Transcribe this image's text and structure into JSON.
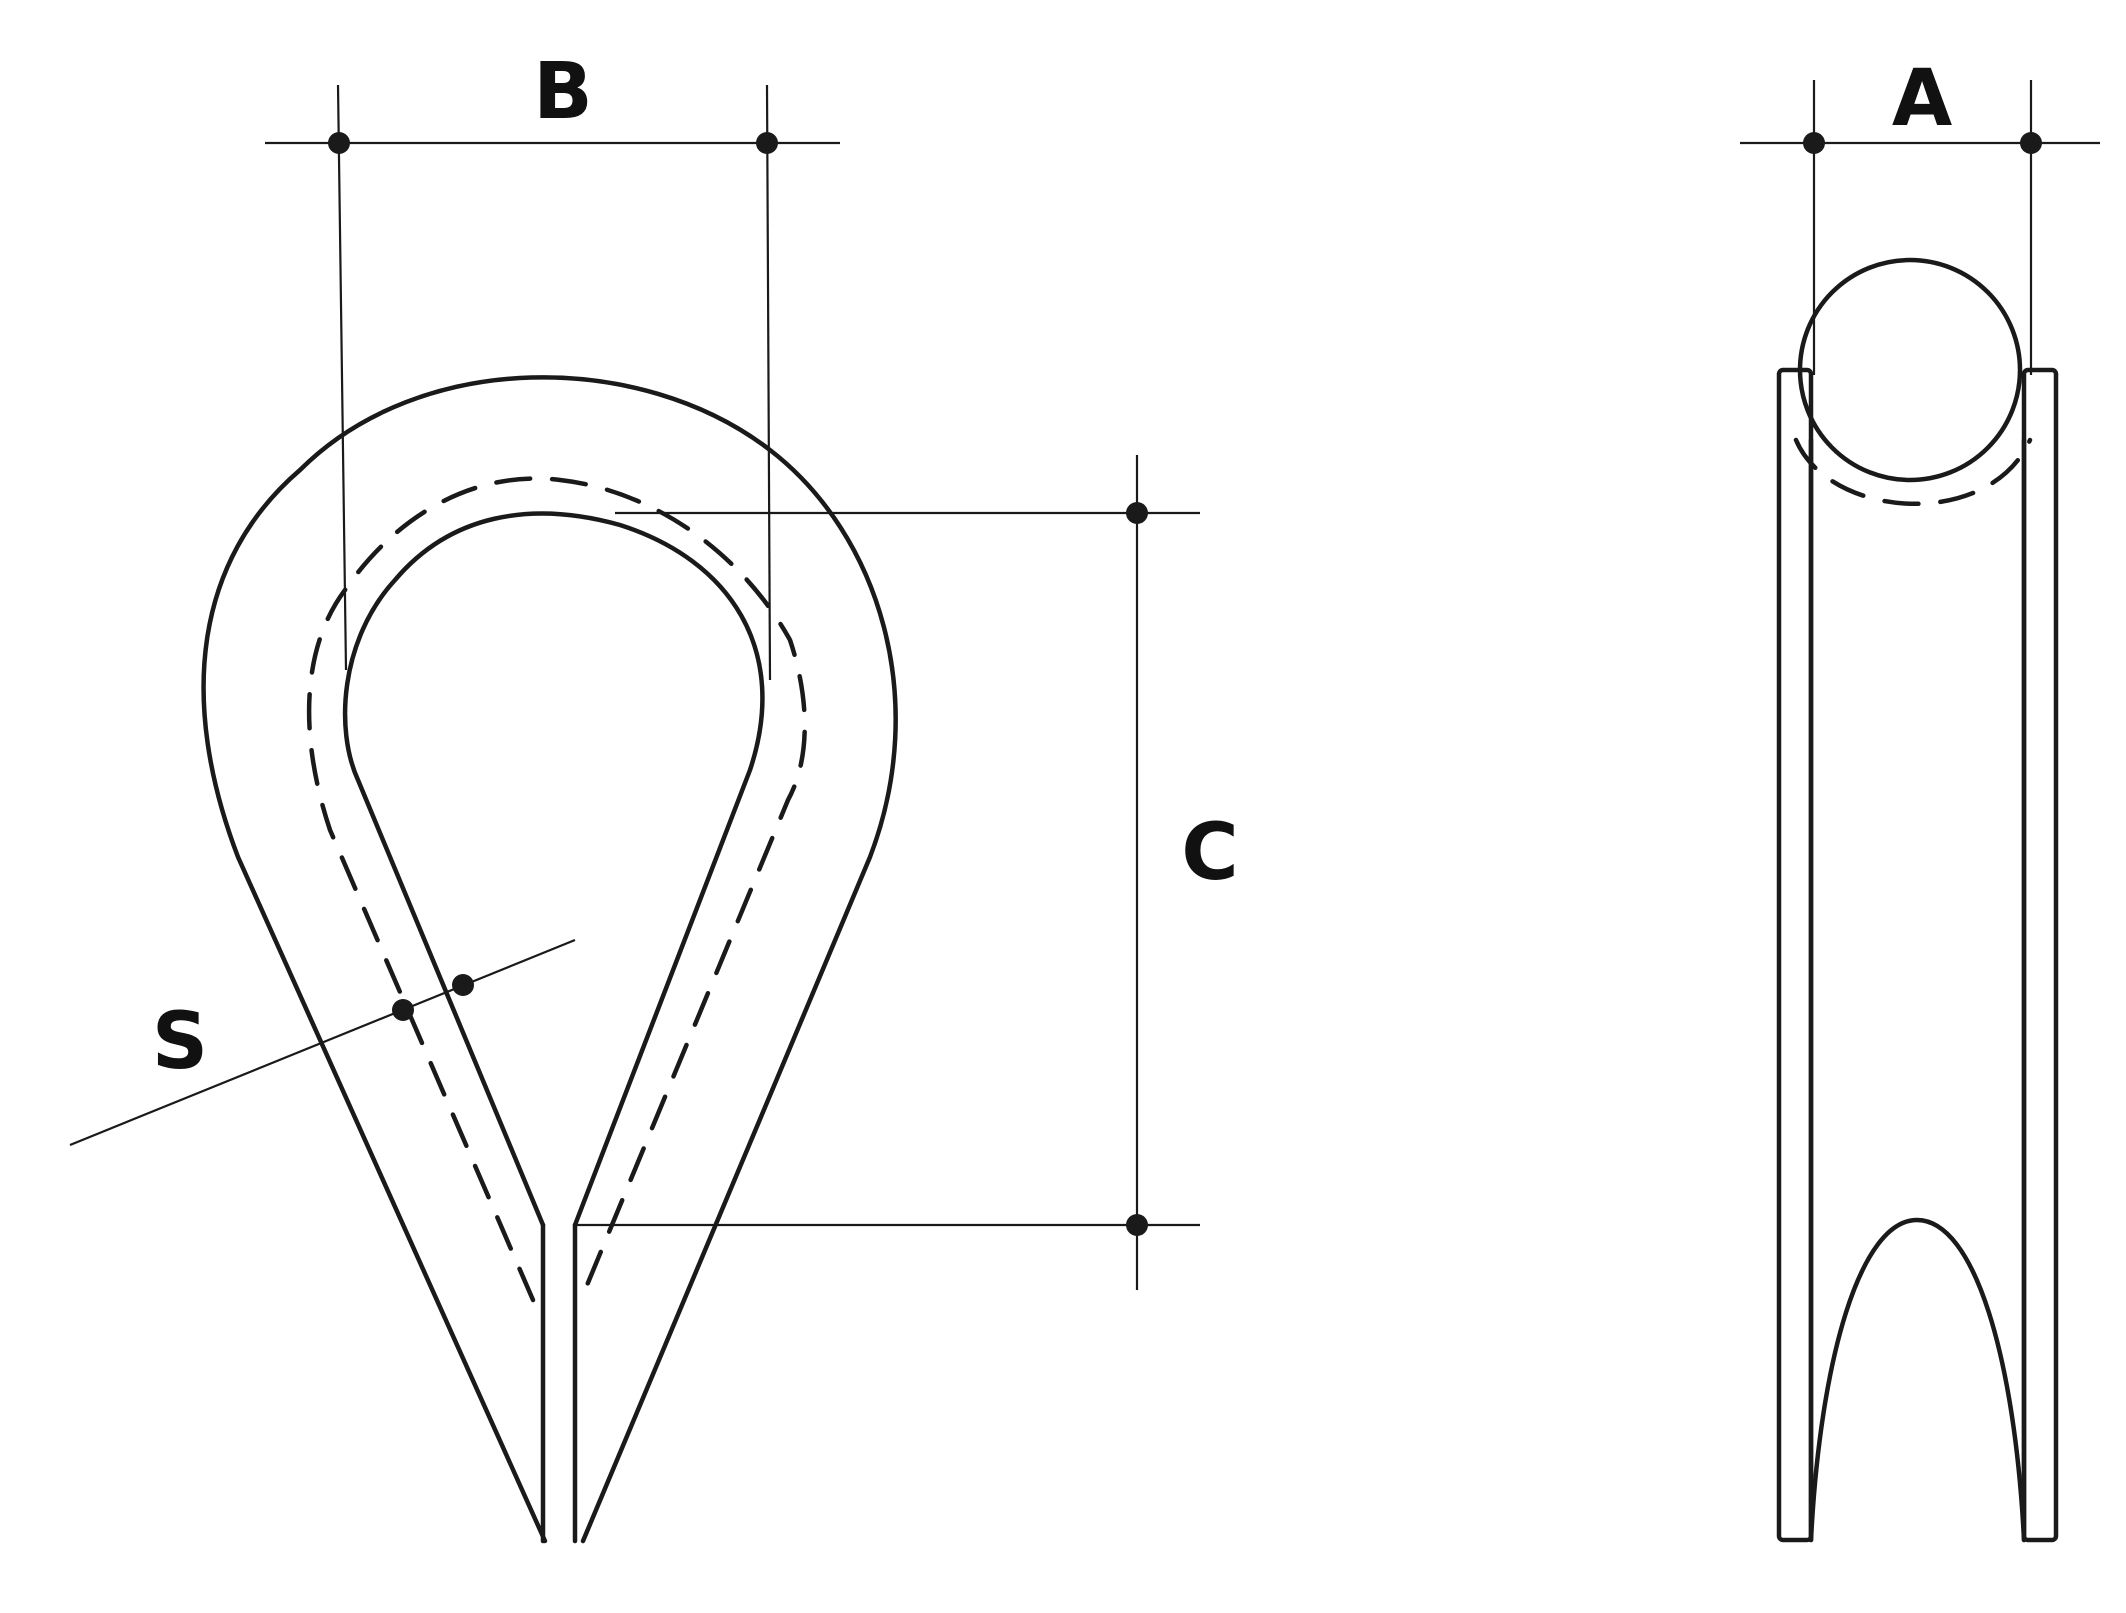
{
  "labels": {
    "a": "A",
    "b": "B",
    "c": "C",
    "s": "S"
  },
  "colors": {
    "line": "#1a1a1a",
    "background": "#ffffff"
  }
}
